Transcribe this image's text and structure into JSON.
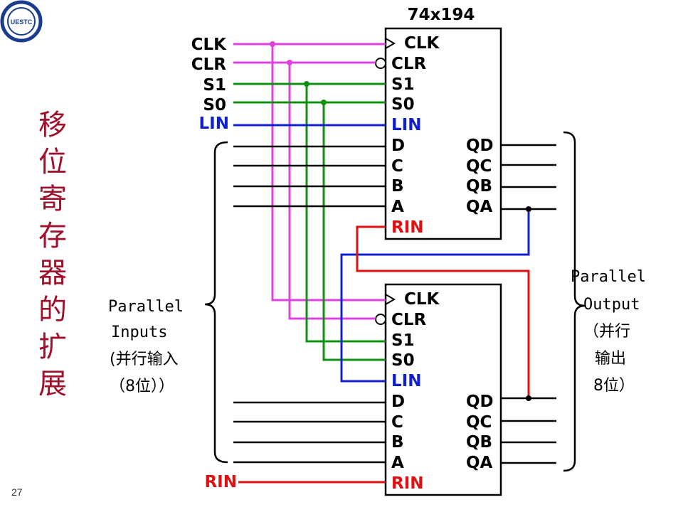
{
  "title_chars": [
    "移",
    "位",
    "寄",
    "存",
    "器",
    "的",
    "扩",
    "展"
  ],
  "page_number": "27",
  "logo_text": "UESTC",
  "chip_name": "74x194",
  "pins_left": [
    "CLK",
    "CLR",
    "S1",
    "S0",
    "LIN",
    "D",
    "C",
    "B",
    "A",
    "RIN"
  ],
  "pins_right": [
    "QD",
    "QC",
    "QB",
    "QA"
  ],
  "inputs": {
    "clk": "CLK",
    "clr": "CLR",
    "s1": "S1",
    "s0": "S0",
    "lin": "LIN",
    "rin": "RIN"
  },
  "parallel_inputs": {
    "line1": "Parallel",
    "line2": "Inputs",
    "line3": "(并行输入",
    "line4": "（8位））"
  },
  "parallel_output": {
    "line1": "Parallel",
    "line2": "Output",
    "line3": "（并行",
    "line4": "输出",
    "line5": "8位）"
  },
  "colors": {
    "title": "#a0102a",
    "clock_wires": "#e040e0",
    "select_wires": "#109010",
    "lin_wire": "#1020d0",
    "rin_wire": "#e01010",
    "chip_outline": "#000000"
  }
}
